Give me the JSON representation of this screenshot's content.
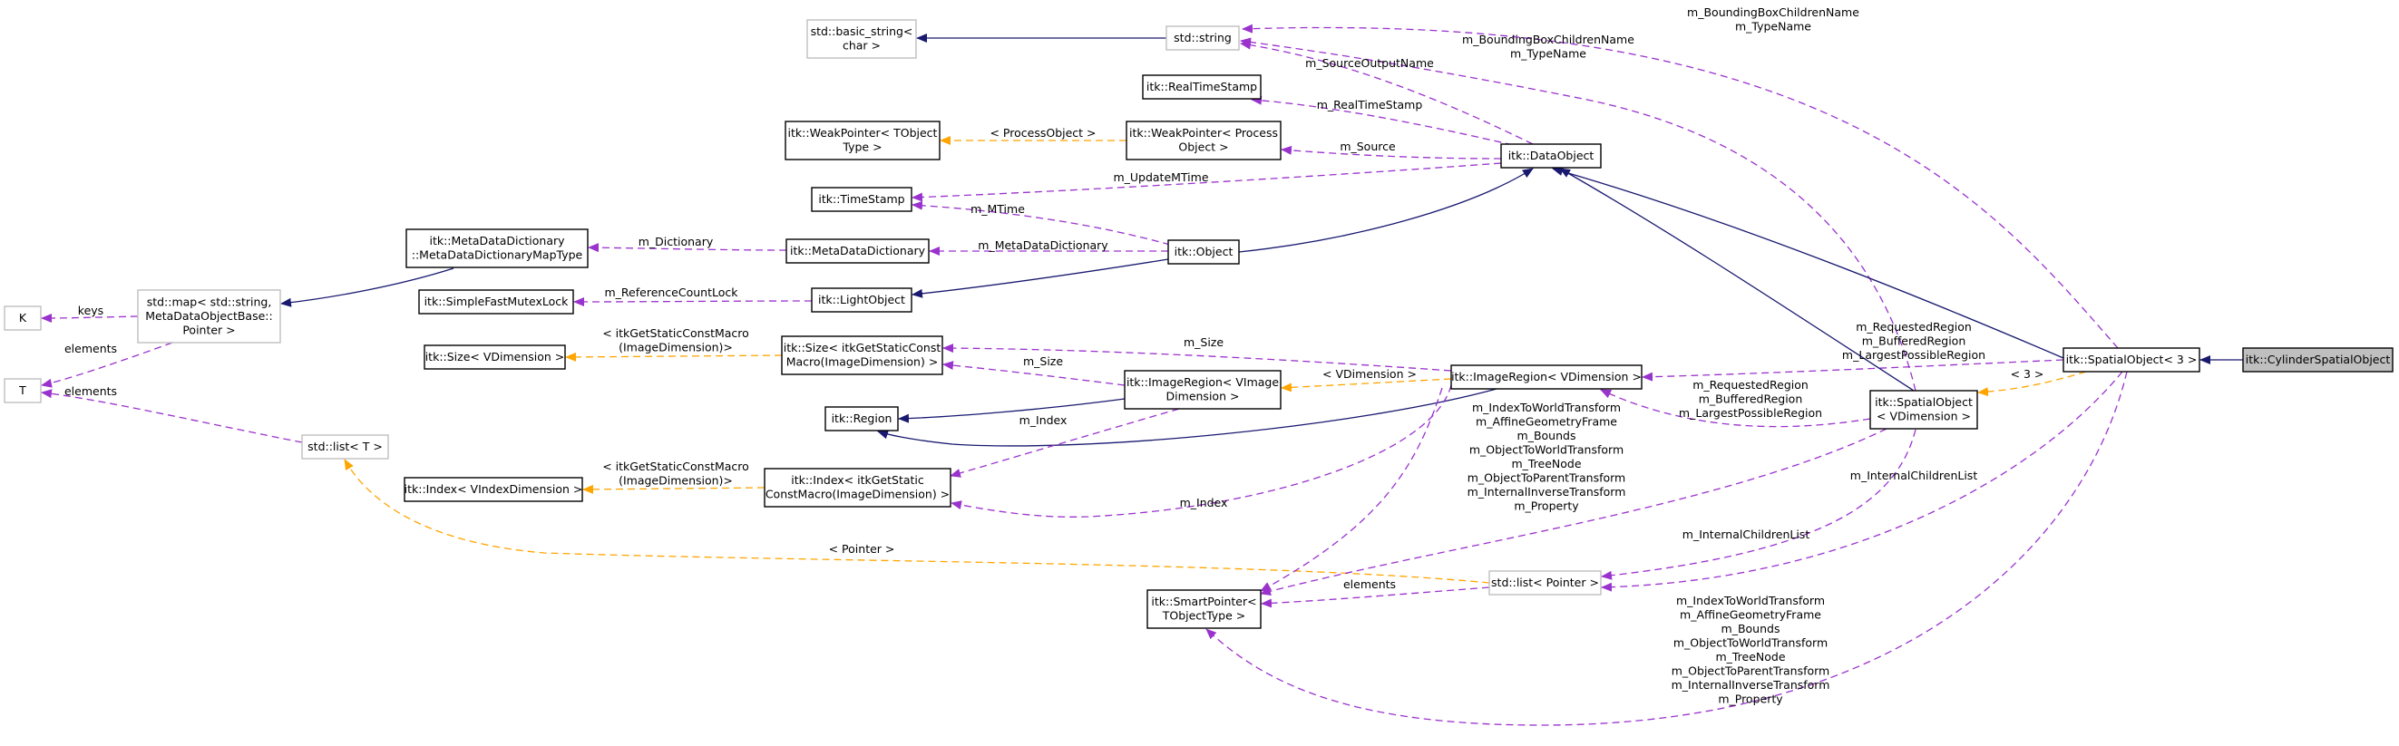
{
  "diagram": {
    "colors": {
      "inheritance": "#191970",
      "usage": "#9a32cd",
      "template": "#ffa500",
      "focus_fill": "#bfbfbf",
      "external_border": "#bfbfbf"
    },
    "nodes": {
      "basic_string": [
        "std::basic_string<",
        "char >"
      ],
      "string": [
        "std::string"
      ],
      "realtimestamp": [
        "itk::RealTimeStamp"
      ],
      "weakptr_t": [
        "itk::WeakPointer< TObject",
        "Type >"
      ],
      "weakptr_p": [
        "itk::WeakPointer< Process",
        "Object >"
      ],
      "dataobject": [
        "itk::DataObject"
      ],
      "timestamp": [
        "itk::TimeStamp"
      ],
      "mdd_map": [
        "itk::MetaDataDictionary",
        "::MetaDataDictionaryMapType"
      ],
      "mdd": [
        "itk::MetaDataDictionary"
      ],
      "object": [
        "itk::Object"
      ],
      "k": [
        "K"
      ],
      "stdmap": [
        "std::map< std::string,",
        "MetaDataObjectBase::",
        "Pointer >"
      ],
      "mutexlock": [
        "itk::SimpleFastMutexLock"
      ],
      "lightobject": [
        "itk::LightObject"
      ],
      "t": [
        "T"
      ],
      "size_v": [
        "itk::Size< VDimension >"
      ],
      "size_s": [
        "itk::Size< itkGetStaticConst",
        "Macro(ImageDimension) >"
      ],
      "imageregion_v": [
        "itk::ImageRegion< VImage",
        "Dimension >"
      ],
      "imageregion_vd": [
        "itk::ImageRegion< VDimension >"
      ],
      "spatial3": [
        "itk::SpatialObject< 3 >"
      ],
      "cylinder": [
        "itk::CylinderSpatialObject"
      ],
      "region": [
        "itk::Region"
      ],
      "stdlist_t": [
        "std::list< T >"
      ],
      "spatial_vd": [
        "itk::SpatialObject",
        "< VDimension >"
      ],
      "index_v": [
        "itk::Index< VIndexDimension >"
      ],
      "index_s": [
        "itk::Index< itkGetStatic",
        "ConstMacro(ImageDimension) >"
      ],
      "smartptr": [
        "itk::SmartPointer<",
        "TObjectType >"
      ],
      "stdlist_p": [
        "std::list< Pointer >"
      ]
    },
    "labels": {
      "top_bbox": [
        "m_BoundingBoxChildrenName",
        "m_TypeName"
      ],
      "mid_bbox": [
        "m_BoundingBoxChildrenName",
        "m_TypeName"
      ],
      "source_output_name": [
        "m_SourceOutputName"
      ],
      "realtimestamp": [
        "m_RealTimeStamp"
      ],
      "process_object": [
        "< ProcessObject >"
      ],
      "source": [
        "m_Source"
      ],
      "update_mtime": [
        "m_UpdateMTime"
      ],
      "mtime": [
        "m_MTime"
      ],
      "dictionary": [
        "m_Dictionary"
      ],
      "metadatadictionary": [
        "m_MetaDataDictionary"
      ],
      "keys": [
        "keys"
      ],
      "elements_map": [
        "elements"
      ],
      "refcountlock": [
        "m_ReferenceCountLock"
      ],
      "size_macro": [
        "< itkGetStaticConstMacro",
        "(ImageDimension)>"
      ],
      "m_size_top": [
        "m_Size"
      ],
      "m_size_mid": [
        "m_Size"
      ],
      "vdimension": [
        "< VDimension >"
      ],
      "regions_3": [
        "m_RequestedRegion",
        "m_BufferedRegion",
        "m_LargestPossibleRegion"
      ],
      "three": [
        "< 3 >"
      ],
      "elements_t": [
        "elements"
      ],
      "regions_vd": [
        "m_RequestedRegion",
        "m_BufferedRegion",
        "m_LargestPossibleRegion"
      ],
      "m_index_top": [
        "m_Index"
      ],
      "transforms_vd": [
        "m_IndexToWorldTransform",
        "m_AffineGeometryFrame",
        "m_Bounds",
        "m_ObjectToWorldTransform",
        "m_TreeNode",
        "m_ObjectToParentTransform",
        "m_InternalInverseTransform",
        "m_Property"
      ],
      "index_macro": [
        "< itkGetStaticConstMacro",
        "(ImageDimension)>"
      ],
      "m_index_bottom": [
        "m_Index"
      ],
      "children_3": [
        "m_InternalChildrenList"
      ],
      "pointer": [
        "< Pointer >"
      ],
      "children_vd": [
        "m_InternalChildrenList"
      ],
      "elements_p": [
        "elements"
      ],
      "transforms_3": [
        "m_IndexToWorldTransform",
        "m_AffineGeometryFrame",
        "m_Bounds",
        "m_ObjectToWorldTransform",
        "m_TreeNode",
        "m_ObjectToParentTransform",
        "m_InternalInverseTransform",
        "m_Property"
      ]
    }
  }
}
